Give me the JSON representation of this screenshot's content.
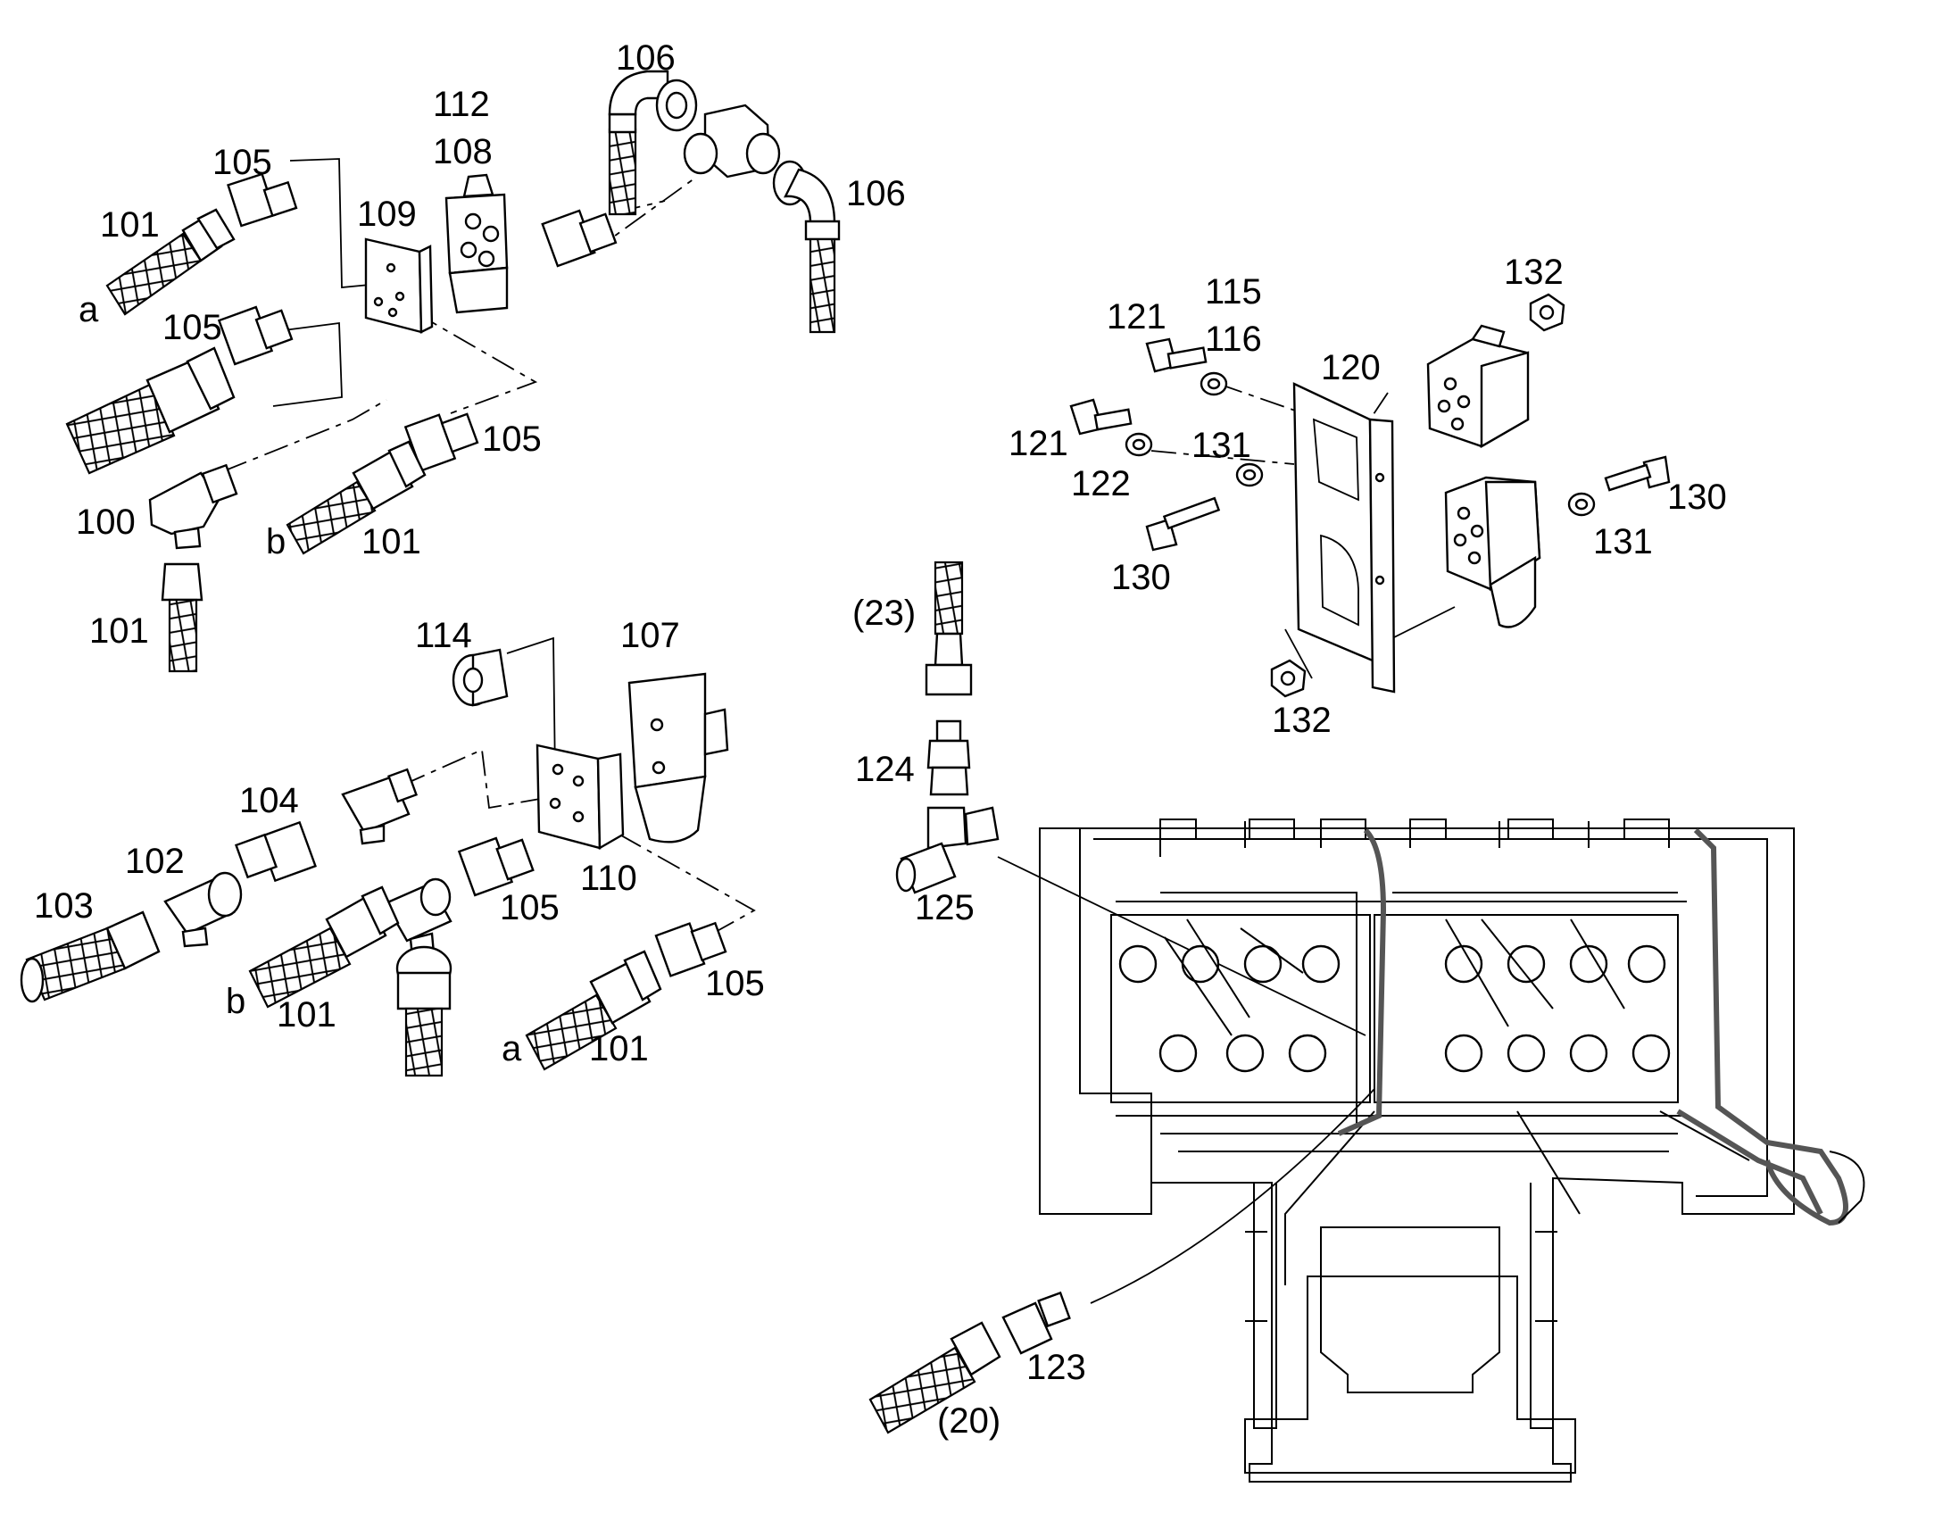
{
  "diagram": {
    "labels": {
      "l106a": "106",
      "l112": "112",
      "l108": "108",
      "l105a": "105",
      "l109": "109",
      "l101a": "101",
      "l106b": "106",
      "la1": "a",
      "l105b": "105",
      "l105c": "105",
      "l100": "100",
      "lb1": "b",
      "l101b": "101",
      "l101c": "101",
      "l114": "114",
      "l107": "107",
      "l104": "104",
      "l102": "102",
      "l103": "103",
      "l110": "110",
      "l105d": "105",
      "lb2": "b",
      "l101d": "101",
      "l105e": "105",
      "la2": "a",
      "l101e": "101",
      "l132a": "132",
      "l115": "115",
      "l121a": "121",
      "l116": "116",
      "l120": "120",
      "l121b": "121",
      "l131a": "131",
      "l122": "122",
      "l130a": "130",
      "l131b": "131",
      "l130b": "130",
      "l132b": "132",
      "l23": "(23)",
      "l124": "124",
      "l125": "125",
      "l123": "123",
      "l20": "(20)"
    }
  }
}
